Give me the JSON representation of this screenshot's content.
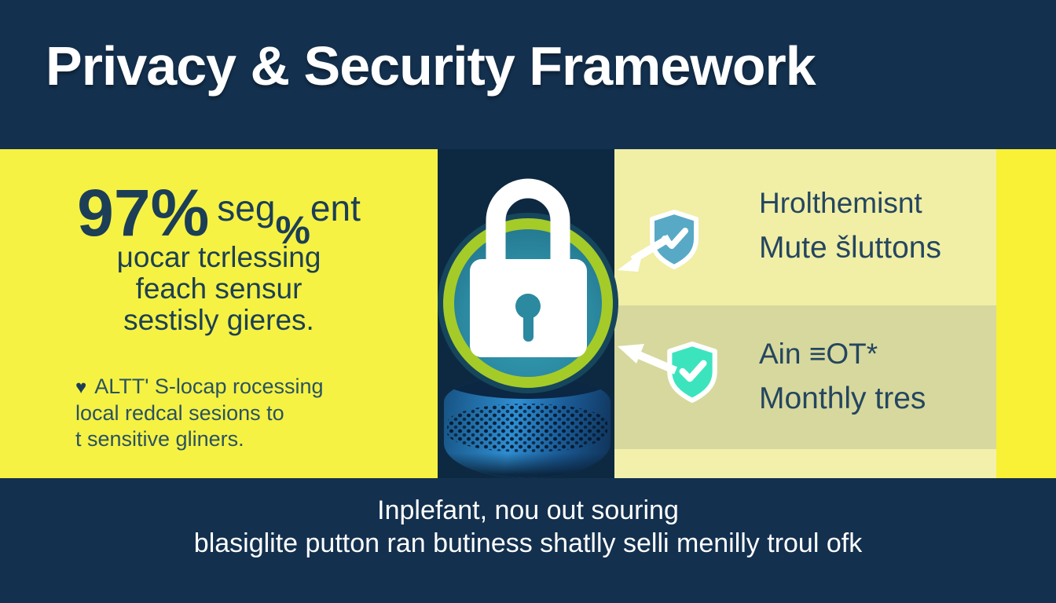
{
  "slide": {
    "title": "Privacy & Security Framework"
  },
  "left_panel": {
    "stat_big": "97%",
    "stat_small_pre": "seg",
    "stat_small_pct": "%",
    "stat_small_post": "ent",
    "paragraph_line1": "μocar tcrlessing",
    "paragraph_line2": "feach sensur",
    "paragraph_line3": "sestisly gieres.",
    "heart_glyph": "♥",
    "bullet_line1": "ALTT' S-locap rocessing",
    "bullet_line2": "local redcal sesions to",
    "bullet_line3": "t sensitive gliners."
  },
  "right_panel": {
    "item1_line1": "Hrolthemisnt",
    "item1_line2": "Mute šluttons",
    "item2_line1": "Ain ≡OT*",
    "item2_line2": "Monthly tres"
  },
  "footer": {
    "line1": "Inplefant, nou out souring",
    "line2": "blasiglite putton ran butiness shatlly selli menilly troul ofk"
  },
  "icons": {
    "center": "padlock-icon",
    "device": "smart-speaker",
    "bullet": "heart-icon",
    "feature": "shield-check-icon",
    "connector": "arrow-icon"
  },
  "colors": {
    "background_navy": "#13304e",
    "center_column_navy": "#0d2941",
    "panel_yellow": "#f5f243",
    "panel_pale_yellow": "#f1eea6",
    "panel_olive": "#d7d89d",
    "panel_pale_strip": "#f3f0ac",
    "stripe_bright_yellow": "#f8f136",
    "text_navy": "#1c3e57",
    "ring_green": "#a5cb28",
    "circle_teal": "#2b89a0",
    "shield_teal": "#58a9c6",
    "shield_mint": "#3ce4be",
    "lock_white": "#ffffff"
  }
}
